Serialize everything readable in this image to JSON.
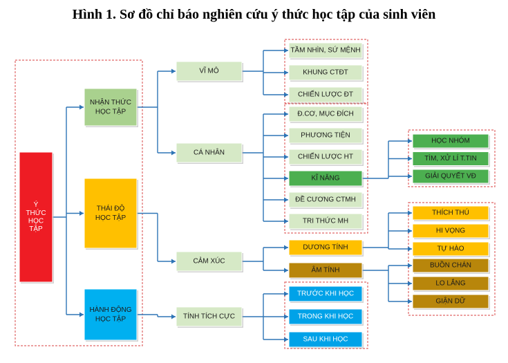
{
  "title": "Hình 1. Sơ đồ chỉ báo nghiên cứu ý thức học tập của sinh viên",
  "colors": {
    "root": "#ee1c24",
    "level1_green": "#a9d18e",
    "level1_yellow": "#ffc000",
    "level1_blue": "#00b0f0",
    "level2_light": "#d6e9c6",
    "leaf_light": "#d6e9c6",
    "leaf_green": "#4caf50",
    "leaf_yellow": "#ffc000",
    "leaf_brown": "#b8860b",
    "leaf_blue": "#00a2e8",
    "connector": "#2e75b6",
    "dashed": "#e06666"
  },
  "root": {
    "label_lines": [
      "Ý",
      "THỨC",
      "HỌC",
      "TẬP"
    ]
  },
  "level1": [
    {
      "id": "nhanthuc",
      "label_lines": [
        "NHẬN THỨC",
        "HỌC TẬP"
      ]
    },
    {
      "id": "thaido",
      "label_lines": [
        "THÁI ĐỘ",
        "HỌC TẬP"
      ]
    },
    {
      "id": "hanhdong",
      "label_lines": [
        "HÀNH ĐỘNG",
        "HỌC TẬP"
      ]
    }
  ],
  "level2": [
    {
      "id": "vimo",
      "label": "VĨ MÔ"
    },
    {
      "id": "canhan",
      "label": "CÁ NHÂN"
    },
    {
      "id": "camxuc",
      "label": "CẢM XÚC"
    },
    {
      "id": "tinhtichcuc",
      "label": "TÍNH TÍCH CỰC"
    }
  ],
  "vimo_items": [
    "TẦM NHÌN, SỨ MỆNH",
    "KHUNG CTĐT",
    "CHIẾN LƯỢC ĐT"
  ],
  "canhan_items": [
    "Đ.CƠ, MỤC ĐÍCH",
    "PHƯƠNG TIỆN",
    "CHIẾN LƯỢC HT",
    "KĨ NĂNG",
    "ĐỀ CƯƠNG CTMH",
    "TRI THỨC MH"
  ],
  "kinang_items": [
    "HỌC NHÓM",
    "TÌM, XỬ LÍ T.TIN",
    "GIẢI QUYẾT VĐ"
  ],
  "camxuc_items": [
    "DƯƠNG TÍNH",
    "ÂM TÍNH"
  ],
  "duongtinh_items": [
    "THÍCH THÚ",
    "HI VỌNG",
    "TỰ HÀO"
  ],
  "amtinh_items": [
    "BUỒN CHÁN",
    "LO LẮNG",
    "GIẬN DỮ"
  ],
  "tinhtichcuc_items": [
    "TRƯỚC KHI HỌC",
    "TRONG KHI HỌC",
    "SAU KHI HỌC"
  ]
}
